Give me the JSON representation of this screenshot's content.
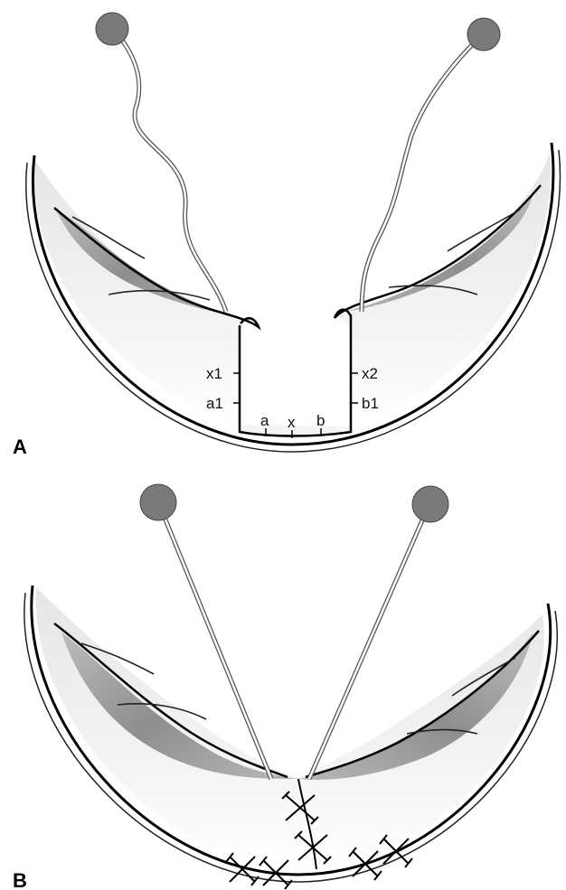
{
  "panels": [
    {
      "letter": "A",
      "markers": {
        "x1": "x1",
        "a1": "a1",
        "x2": "x2",
        "b1": "b1",
        "a": "a",
        "x": "x",
        "b": "b"
      }
    },
    {
      "letter": "B"
    }
  ],
  "colors": {
    "skin_light": "#eeeeee",
    "skin_shadow": "#9a9a9a",
    "outline": "#000000",
    "hook_head": "#7a7a7a"
  }
}
